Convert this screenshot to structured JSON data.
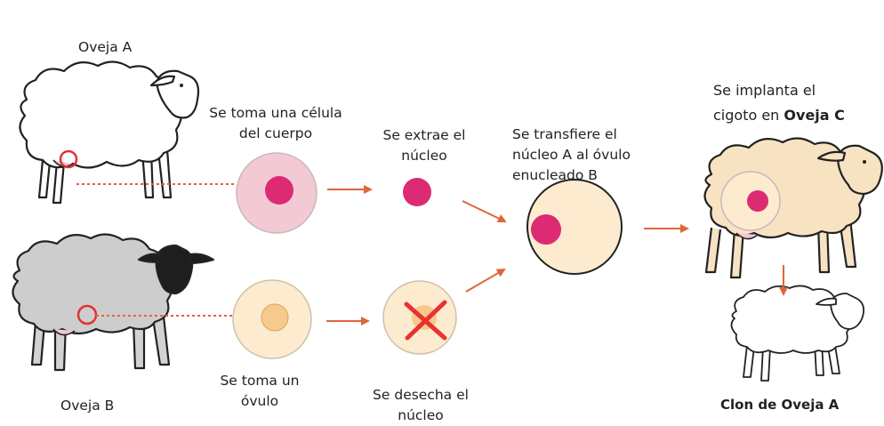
{
  "labels": {
    "sheep_a": "Oveja A",
    "sheep_b": "Oveja B",
    "step_take_body_cell": [
      "Se toma una célula",
      "del cuerpo"
    ],
    "step_extract_nucleus": [
      "Se extrae el",
      "núcleo"
    ],
    "step_take_ovule": [
      "Se toma un",
      "óvulo"
    ],
    "step_discard_nucleus": [
      "Se desecha el",
      "núcleo"
    ],
    "step_transfer": [
      "Se transfiere el",
      "núcleo A al óvulo",
      "enucleado B"
    ],
    "step_implant": [
      "Se implanta el",
      "cigoto en"
    ],
    "sheep_c": "Oveja C",
    "result": "Clon de Oveja A"
  },
  "colors": {
    "body_cell_fill": "#f3cad4",
    "ovule_fill": "#fdebd0",
    "nucleus_magenta": "#dc2b72",
    "nucleus_ovule": "#f6c98c",
    "arrow": "#e0653a",
    "dotted": "#e0653a",
    "discard_cross": "#e8322f",
    "sheep_a_wool": "#ffffff",
    "sheep_b_wool": "#cdcdcd",
    "sheep_c_wool": "#f7e3c2"
  }
}
